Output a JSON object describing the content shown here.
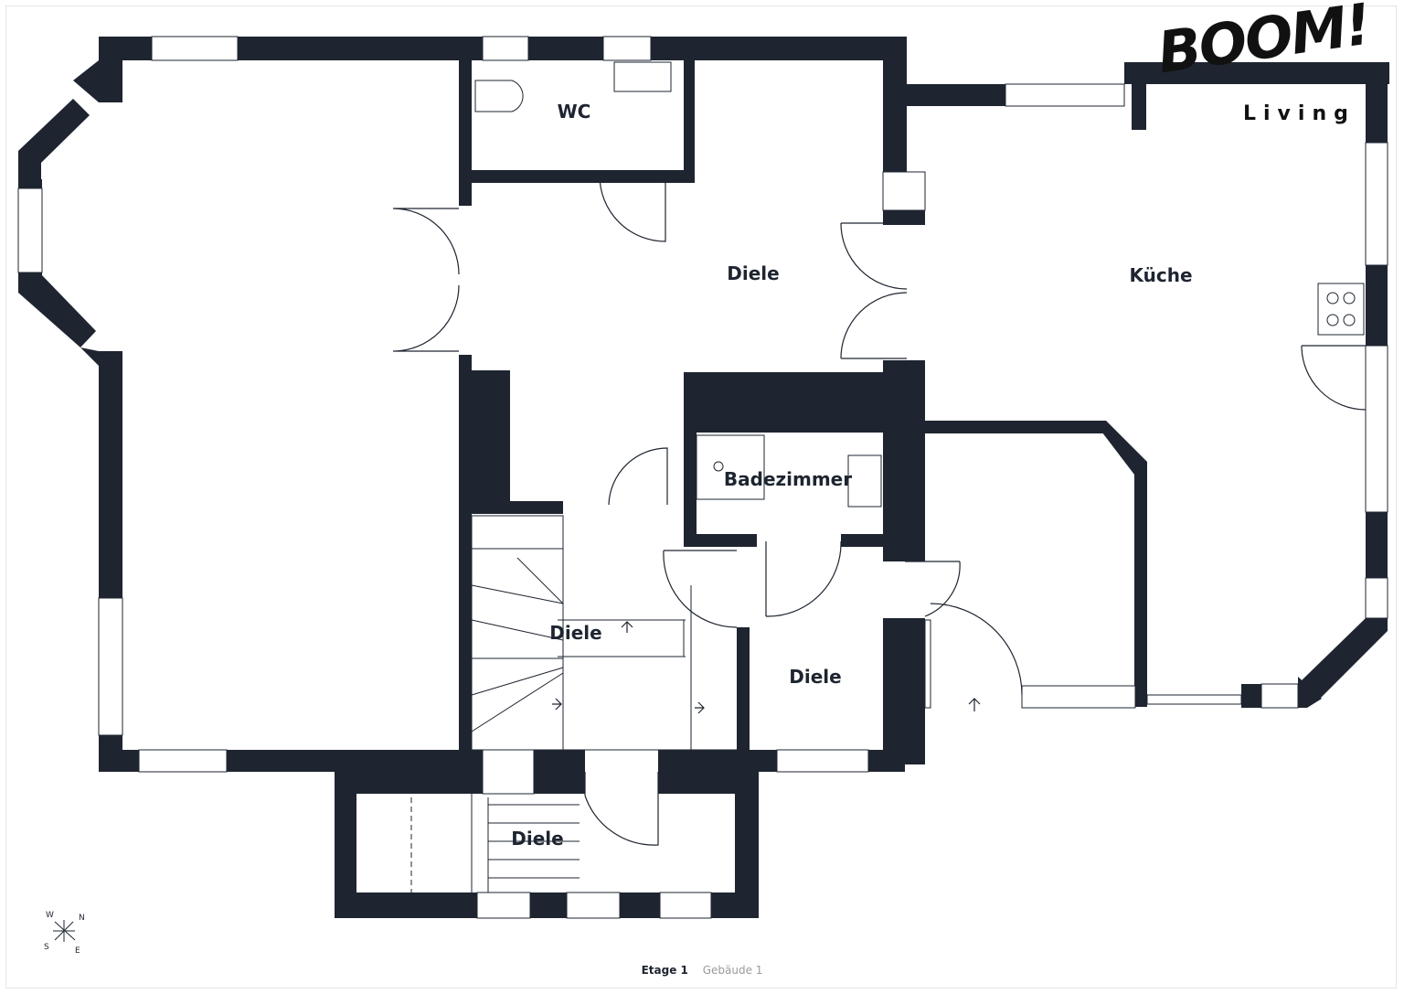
{
  "logo": {
    "primary": "BOOM!",
    "secondary": "Living"
  },
  "rooms": {
    "wc": "WC",
    "diele_main": "Diele",
    "kueche": "Küche",
    "badezimmer": "Badezimmer",
    "diele_stairs": "Diele",
    "diele_lower": "Diele",
    "diele_bottom": "Diele"
  },
  "compass": {
    "w": "W",
    "n": "N",
    "s": "S",
    "e": "E"
  },
  "footer": {
    "floor": "Etage 1",
    "building": "Gebäude 1"
  },
  "colors": {
    "wall": "#1e2530",
    "window": "#ffffff",
    "background": "#ffffff"
  }
}
